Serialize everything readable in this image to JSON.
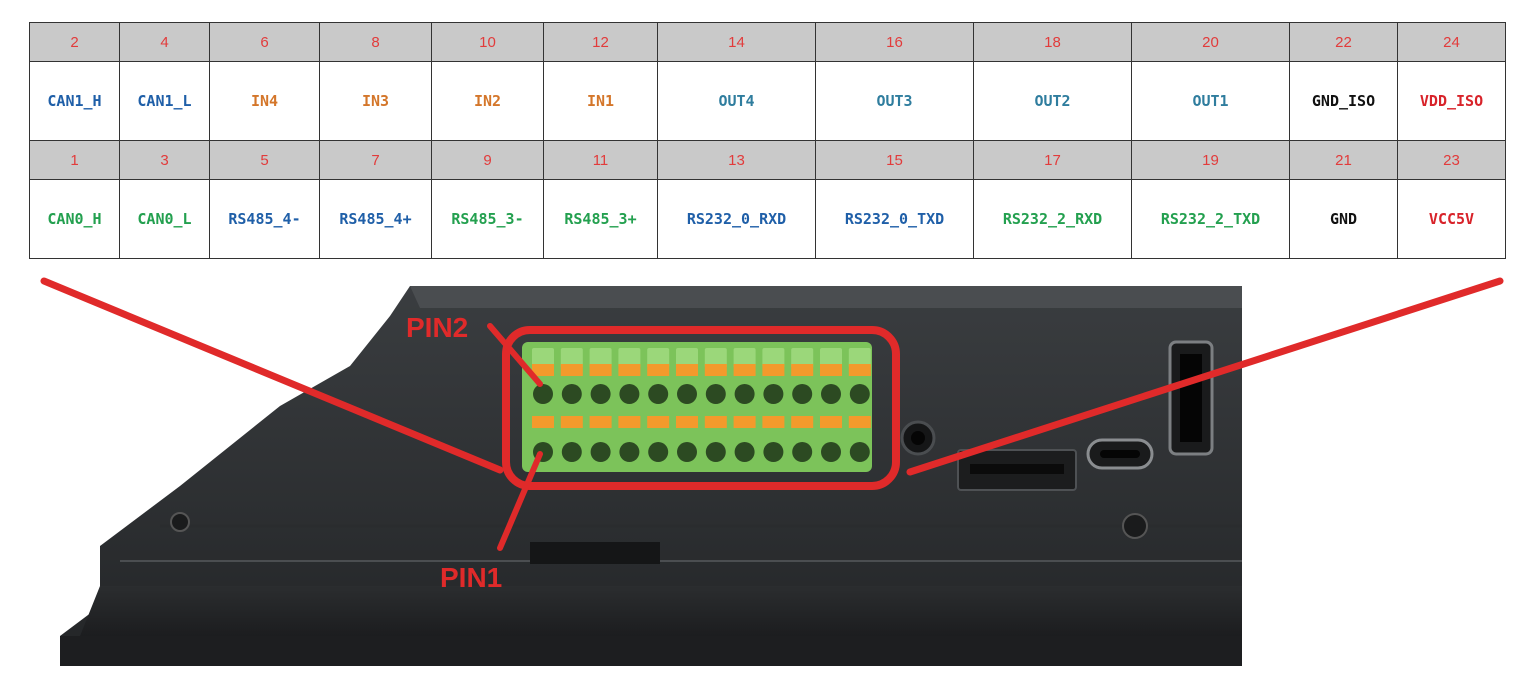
{
  "pinout": {
    "top_numbers": [
      "2",
      "4",
      "6",
      "8",
      "10",
      "12",
      "14",
      "16",
      "18",
      "20",
      "22",
      "24"
    ],
    "top_signals": [
      {
        "label": "CAN1_H",
        "color": "#1f5fa8"
      },
      {
        "label": "CAN1_L",
        "color": "#1f5fa8"
      },
      {
        "label": "IN4",
        "color": "#d4762a"
      },
      {
        "label": "IN3",
        "color": "#d4762a"
      },
      {
        "label": "IN2",
        "color": "#d4762a"
      },
      {
        "label": "IN1",
        "color": "#d4762a"
      },
      {
        "label": "OUT4",
        "color": "#2f7d9e"
      },
      {
        "label": "OUT3",
        "color": "#2f7d9e"
      },
      {
        "label": "OUT2",
        "color": "#2f7d9e"
      },
      {
        "label": "OUT1",
        "color": "#2f7d9e"
      },
      {
        "label": "GND_ISO",
        "color": "#111111"
      },
      {
        "label": "VDD_ISO",
        "color": "#d8232a"
      }
    ],
    "bottom_numbers": [
      "1",
      "3",
      "5",
      "7",
      "9",
      "11",
      "13",
      "15",
      "17",
      "19",
      "21",
      "23"
    ],
    "bottom_signals": [
      {
        "label": "CAN0_H",
        "color": "#23a04f"
      },
      {
        "label": "CAN0_L",
        "color": "#23a04f"
      },
      {
        "label": "RS485_4-",
        "color": "#1f5fa8"
      },
      {
        "label": "RS485_4+",
        "color": "#1f5fa8"
      },
      {
        "label": "RS485_3-",
        "color": "#23a04f"
      },
      {
        "label": "RS485_3+",
        "color": "#23a04f"
      },
      {
        "label": "RS232_0_RXD",
        "color": "#1f5fa8"
      },
      {
        "label": "RS232_0_TXD",
        "color": "#1f5fa8"
      },
      {
        "label": "RS232_2_RXD",
        "color": "#23a04f"
      },
      {
        "label": "RS232_2_TXD",
        "color": "#23a04f"
      },
      {
        "label": "GND",
        "color": "#111111"
      },
      {
        "label": "VCC5V",
        "color": "#d8232a"
      }
    ]
  },
  "annotations": {
    "pin2_label": "PIN2",
    "pin1_label": "PIN1",
    "highlight_color": "#e02a2a"
  },
  "device": {
    "terminal_block_color": "#7cc35a",
    "lever_color": "#f39a2c",
    "housing_color": "#2e3133",
    "ports": [
      "hdmi-port",
      "usb-c-port",
      "sd-card-slot",
      "audio-jack"
    ]
  }
}
